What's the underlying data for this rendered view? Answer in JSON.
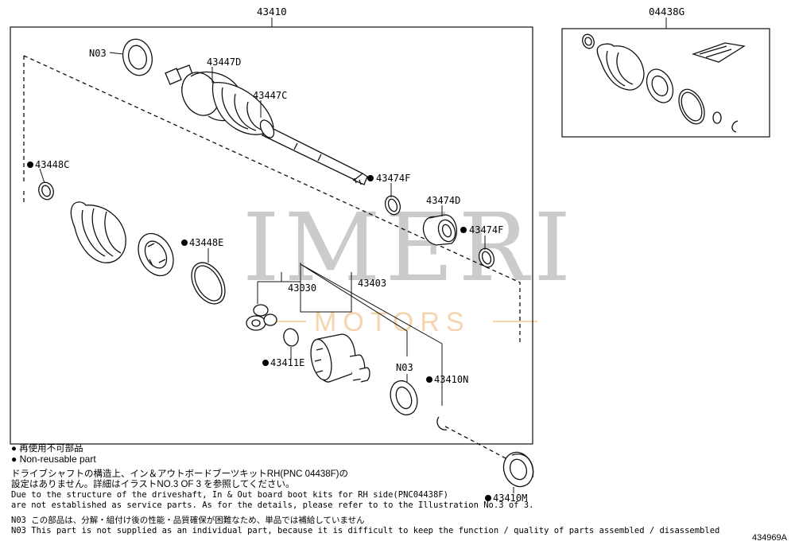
{
  "callouts": {
    "c43410": "43410",
    "c04438G": "04438G",
    "c43447D": "43447D",
    "c43447C": "43447C",
    "cN03a": "N03",
    "c43448C": "43448C",
    "c43474Fa": "43474F",
    "c43474D": "43474D",
    "c43474Fb": "43474F",
    "c43448E": "43448E",
    "c43030": "43030",
    "c43403": "43403",
    "c43411E": "43411E",
    "cN03b": "N03",
    "c43410N": "43410N",
    "c43410M": "43410M"
  },
  "watermark": {
    "brand": "IMERI",
    "sub": "MOTORS"
  },
  "notes": {
    "legend_jp": "再使用不可部品",
    "legend_en": "Non-reusable part",
    "jp_line1": "ドライブシャフトの構造上、イン＆アウトボードブーツキットRH(PNC 04438F)の",
    "jp_line2": "設定はありません。詳細はイラストNO.3 OF 3 を参照してください。",
    "en_line1": "Due to the structure of the driveshaft, In & Out board  boot kits for RH side(PNC04438F)",
    "en_line2": "are not established as service parts. As for the details, please refer to to the Illustration No.3 of 3.",
    "n03_jp": "N03 この部品は、分解・組付け後の性能・品質確保が困難なため、単品では補給していません",
    "n03_en": "N03 This part is not supplied as an  individual part, because it is difficult to keep the function / quality of parts assembled / disassembled"
  },
  "catalog_no": "434969A"
}
